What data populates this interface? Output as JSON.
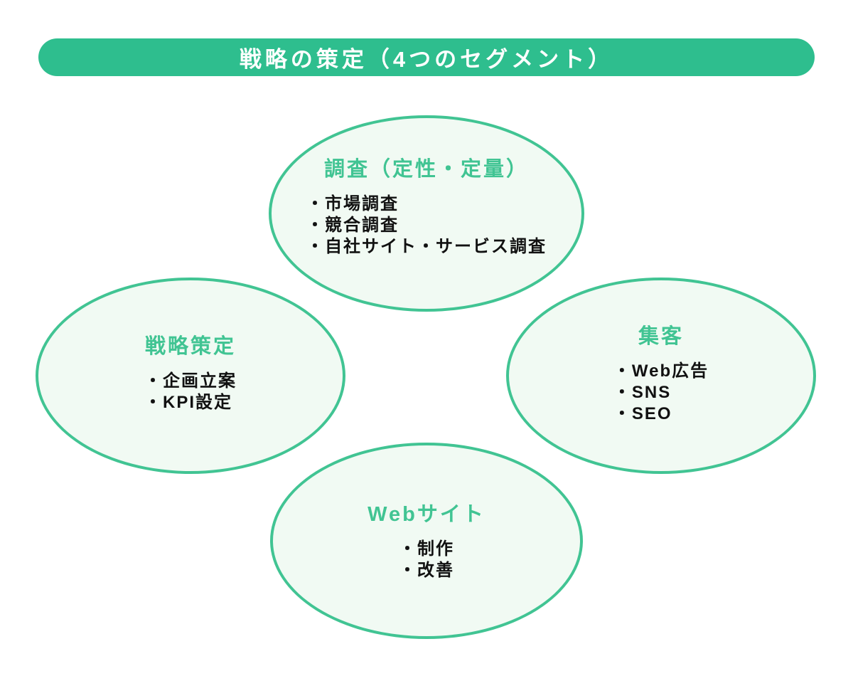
{
  "header": {
    "title": "戦略の策定（4つのセグメント）"
  },
  "colors": {
    "header_bg": "#2ebe8e",
    "accent": "#41c493",
    "ellipse_fill": "#f1faf3",
    "text": "#111111",
    "header_text": "#ffffff"
  },
  "ellipses": [
    {
      "id": "research",
      "position": "top",
      "title": "調査（定性・定量）",
      "items": [
        "・市場調査",
        "・競合調査",
        "・自社サイト・サービス調査"
      ]
    },
    {
      "id": "strategy",
      "position": "left",
      "title": "戦略策定",
      "items": [
        "・企画立案",
        "・KPI設定"
      ]
    },
    {
      "id": "attraction",
      "position": "right",
      "title": "集客",
      "items": [
        "・Web広告",
        "・SNS",
        "・SEO"
      ]
    },
    {
      "id": "website",
      "position": "bottom",
      "title": "Webサイト",
      "items": [
        "・制作",
        "・改善"
      ]
    }
  ]
}
